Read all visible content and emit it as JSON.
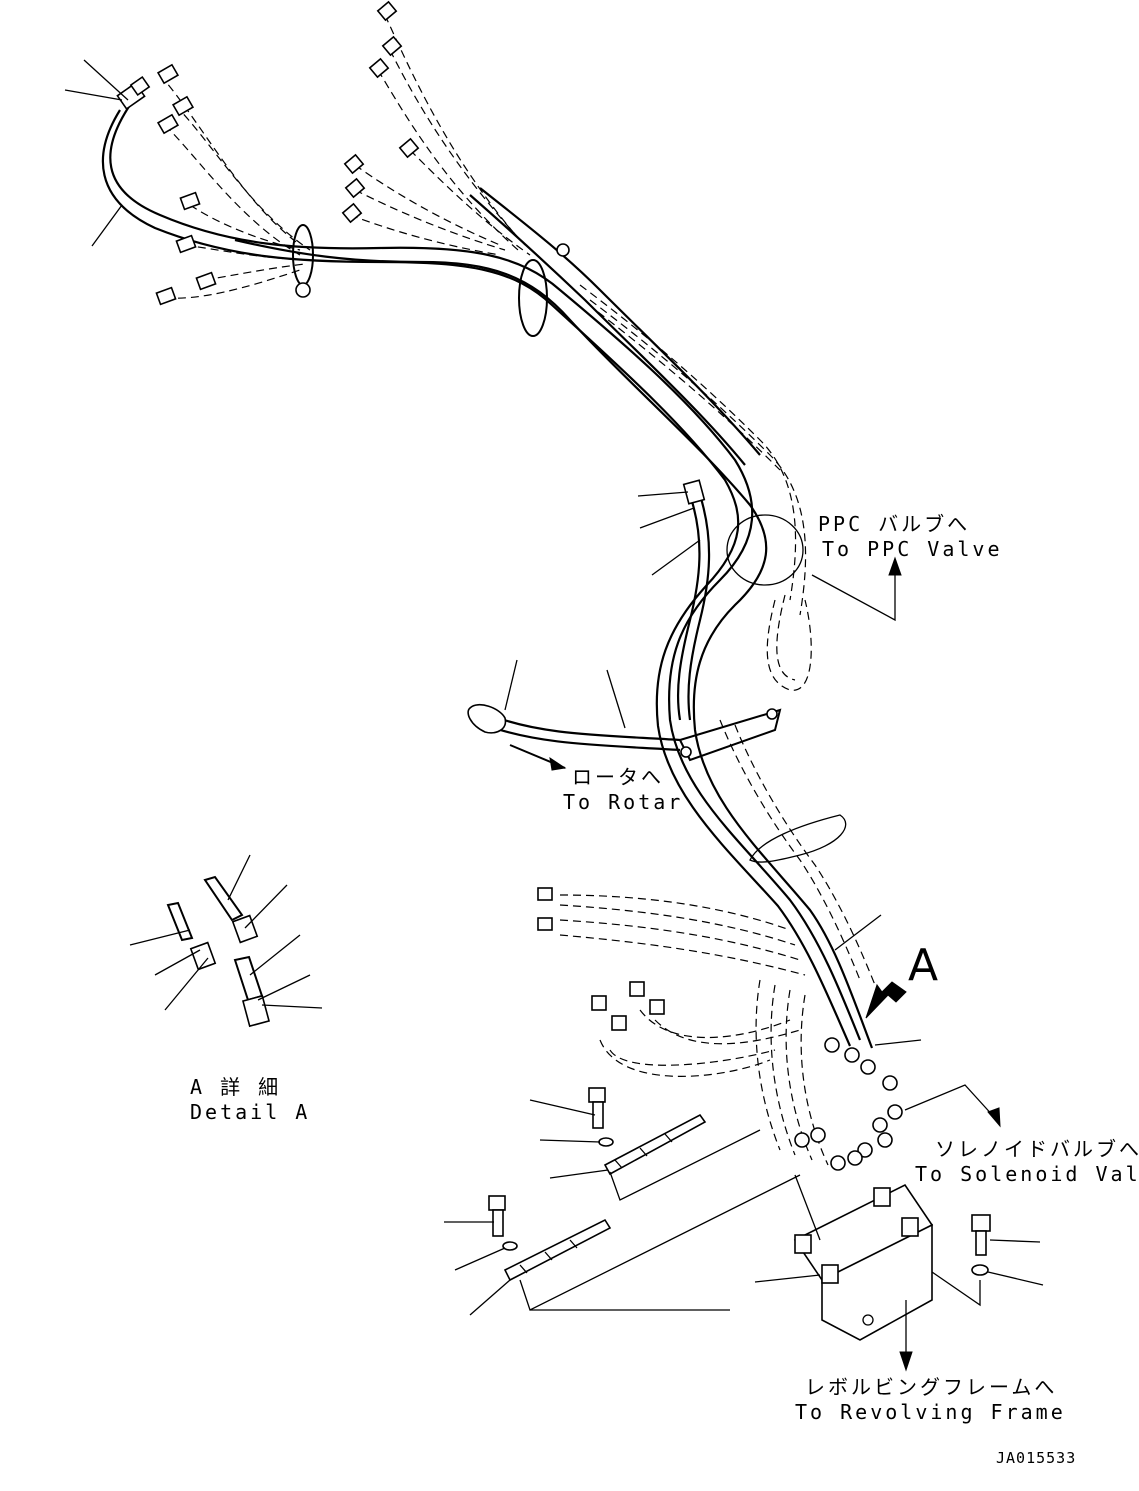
{
  "labels": {
    "ppc_jp": "PPC バルブへ",
    "ppc_en": "To PPC Valve",
    "rotor_jp": "ロータへ",
    "rotor_en": "To Rotar",
    "detail_mark": "A",
    "detail_jp": "A 詳 細",
    "detail_en": "Detail A",
    "solenoid_jp": "ソレノイドバルブへ",
    "solenoid_en": "To Solenoid Valve",
    "frame_jp": "レボルビングフレームへ",
    "frame_en": "To Revolving Frame",
    "drawing_no": "JA015533"
  },
  "icons": [
    "hose-fitting-icon",
    "clamp-icon",
    "bolt-icon",
    "washer-icon",
    "bracket-icon",
    "plate-icon",
    "arrow-icon"
  ]
}
